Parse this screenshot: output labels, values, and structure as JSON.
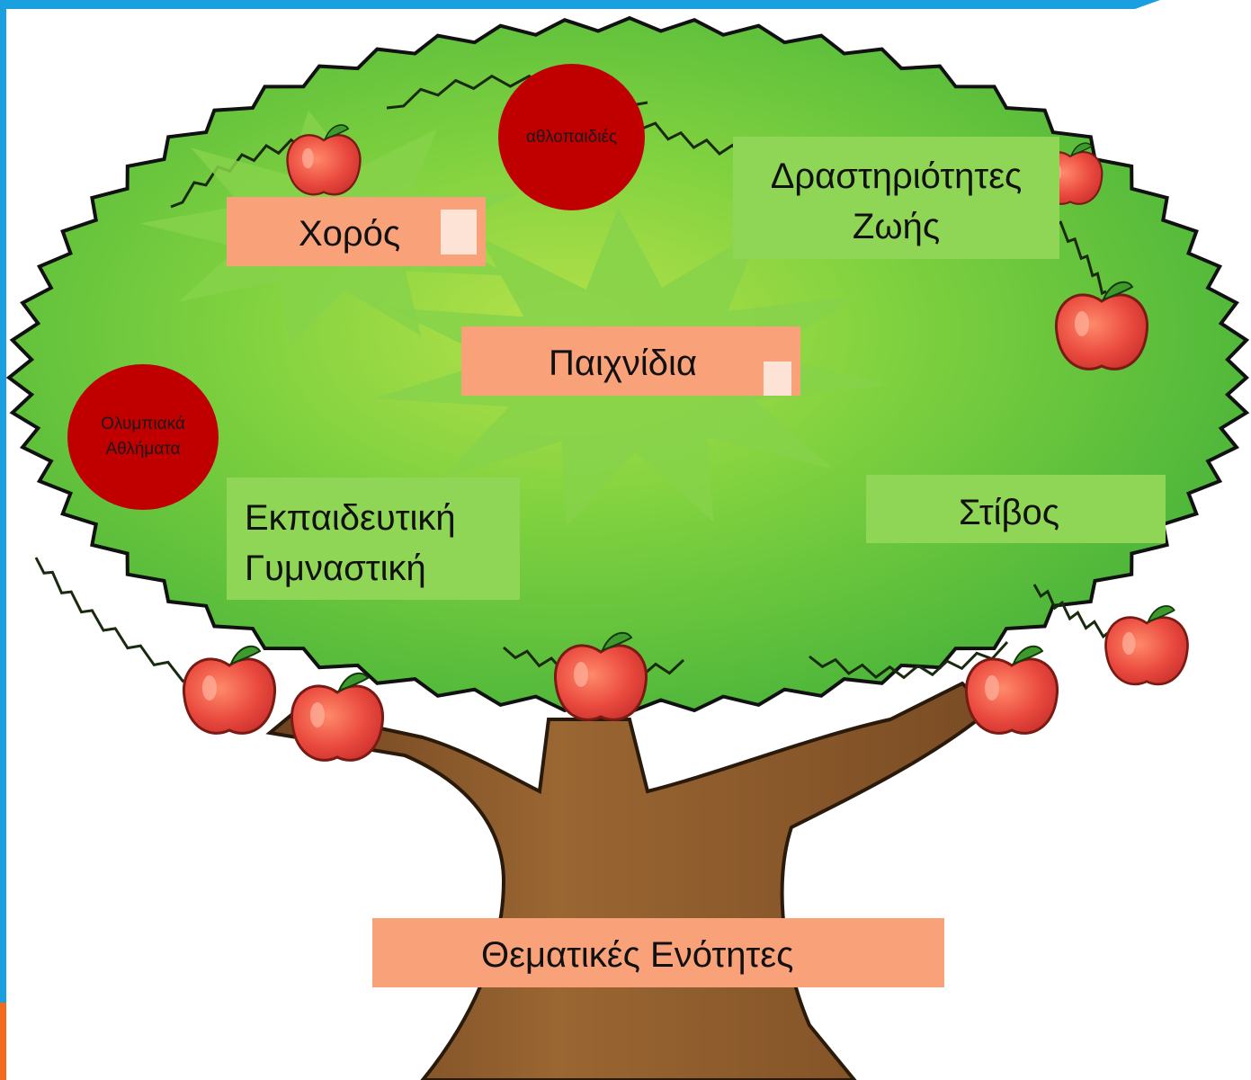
{
  "labels": {
    "choros": "Χορός",
    "athlopaidies": "αθλοπαιδιές",
    "drastiriotites_line1": "Δραστηριότητες",
    "drastiriotites_line2": "Ζωής",
    "paichnidia": "Παιχνίδια",
    "olympiaka_line1": "Ολυμπιακά",
    "olympiaka_line2": "Αθλήματα",
    "ekpaideutiki_line1": "Εκπαιδευτική",
    "ekpaideutiki_line2": "Γυμναστική",
    "stivos": "Στίβος",
    "thematikes": "Θεματικές Ενότητες"
  },
  "colors": {
    "salmon_box": "#f9a27a",
    "green_box": "#8fd556",
    "red_circle": "#c00000",
    "canopy_green": "#5fc43a",
    "canopy_outline": "#111111",
    "trunk_brown": "#8a5a2b",
    "apple_red": "#e8463c",
    "frame_blue": "#1a9fe0",
    "frame_orange": "#f26b1d",
    "star_green": "#86d24a"
  },
  "icons": [
    "apple-icon",
    "leaf-icon",
    "star-burst-shape"
  ]
}
